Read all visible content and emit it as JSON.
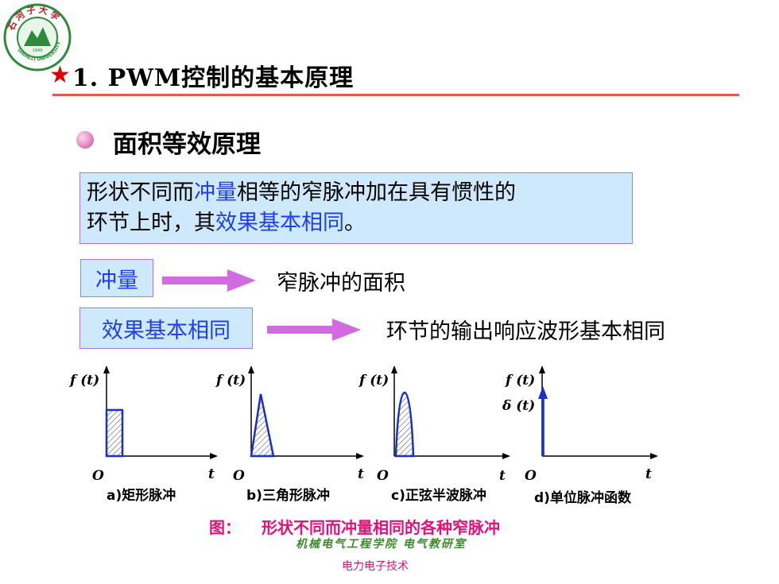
{
  "logo": {
    "arc_text": "石河子大学",
    "year": "1949",
    "english": "SHIHEZI UNIVERSITY"
  },
  "title": {
    "star": "★",
    "text": "1. PWM控制的基本原理"
  },
  "bullet": {
    "heading": "面积等效原理"
  },
  "definition": {
    "line1": [
      {
        "text": "形状不同而",
        "highlight": false
      },
      {
        "text": "冲量",
        "highlight": true
      },
      {
        "text": "相等的窄脉冲加在具有惯性的",
        "highlight": false
      }
    ],
    "line2": [
      {
        "text": "环节上时，其",
        "highlight": false
      },
      {
        "text": "效果基本相同",
        "highlight": true
      },
      {
        "text": "。",
        "highlight": false
      }
    ]
  },
  "terms": [
    {
      "term": "冲量",
      "meaning": "窄脉冲的面积"
    },
    {
      "term": "效果基本相同",
      "meaning": "环节的输出响应波形基本相同"
    }
  ],
  "figure": {
    "subplots": [
      {
        "ylabel": "f (t)",
        "ylabel2": "",
        "origin": "O",
        "xlabel": "t",
        "caption": "a)矩形脉冲",
        "shape": "rectangle"
      },
      {
        "ylabel": "f (t)",
        "ylabel2": "",
        "origin": "O",
        "xlabel": "t",
        "caption": "b)三角形脉冲",
        "shape": "triangle"
      },
      {
        "ylabel": "f (t)",
        "ylabel2": "",
        "origin": "O",
        "xlabel": "t",
        "caption": "c)正弦半波脉冲",
        "shape": "half-sine"
      },
      {
        "ylabel": "f (t)",
        "ylabel2": "δ (t)",
        "origin": "O",
        "xlabel": "t",
        "caption": "d)单位脉冲函数",
        "shape": "impulse"
      }
    ],
    "caption_prefix": "图：",
    "caption_text": "形状不同而冲量相同的各种窄脉冲"
  },
  "footer": {
    "department": "机械电气工程学院 电气教研室",
    "course": "电力电子技术"
  },
  "colors": {
    "accent_blue": "#1f3ef0",
    "box_fill": "#cde9fb",
    "box_border": "#b276d6",
    "arrow": "#d36be0",
    "rule": "#e05a4e",
    "caption": "#e0117a",
    "department": "#3c8b2a",
    "curve": "#1a2fd0"
  }
}
